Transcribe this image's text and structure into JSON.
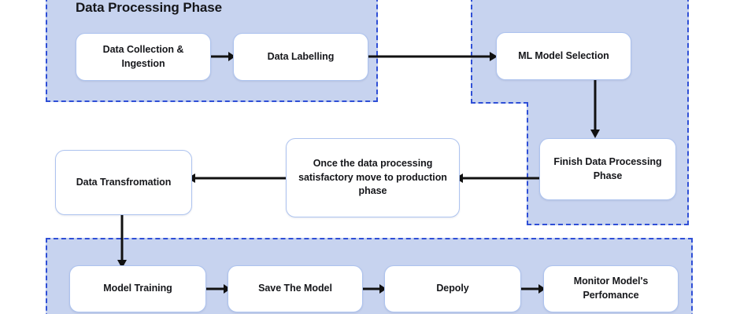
{
  "diagram": {
    "title_visible": "Data Processing Phase",
    "background_color": "#ffffff",
    "phase_fill_color": "#c7d3ef",
    "phase_border_color": "#2f4fd6",
    "node_fill_color": "#ffffff",
    "node_border_color": "#adc3ef",
    "connector_color": "#111111"
  },
  "phases": [
    {
      "id": "data-processing-phase-left",
      "label": "Data Processing Phase",
      "has_title": true
    },
    {
      "id": "model-selection-phase-right",
      "label": "",
      "has_title": false
    },
    {
      "id": "production-phase-bottom",
      "label": "",
      "has_title": false
    }
  ],
  "nodes": {
    "data_collection": "Data Collection & Ingestion",
    "data_labelling": "Data Labelling",
    "ml_model_selection": "ML Model Selection",
    "finish_data_processing": "Finish Data Processing Phase",
    "decision_note": "Once the data processing satisfactory move to production phase",
    "data_transformation": "Data Transfromation",
    "model_training": "Model Training",
    "save_the_model": "Save The Model",
    "deploy": "Depoly",
    "monitor_model": "Monitor Model's Perfomance"
  },
  "connectors": [
    {
      "name": "collection-to-labelling",
      "from": "Data Collection & Ingestion",
      "to": "Data Labelling",
      "direction": "right"
    },
    {
      "name": "labelling-to-ml-selection",
      "from": "Data Labelling",
      "to": "ML Model Selection",
      "direction": "right"
    },
    {
      "name": "ml-selection-to-finish",
      "from": "ML Model Selection",
      "to": "Finish Data Processing Phase",
      "direction": "down"
    },
    {
      "name": "finish-to-decision",
      "from": "Finish Data Processing Phase",
      "to": "Once the data processing satisfactory move to production phase",
      "direction": "left"
    },
    {
      "name": "decision-to-transformation",
      "from": "Once the data processing satisfactory move to production phase",
      "to": "Data Transfromation",
      "direction": "left"
    },
    {
      "name": "transformation-to-training",
      "from": "Data Transfromation",
      "to": "Model Training",
      "direction": "down"
    },
    {
      "name": "training-to-save",
      "from": "Model Training",
      "to": "Save The Model",
      "direction": "right"
    },
    {
      "name": "save-to-deploy",
      "from": "Save The Model",
      "to": "Depoly",
      "direction": "right"
    },
    {
      "name": "deploy-to-monitor",
      "from": "Depoly",
      "to": "Monitor Model's Perfomance",
      "direction": "right"
    }
  ]
}
